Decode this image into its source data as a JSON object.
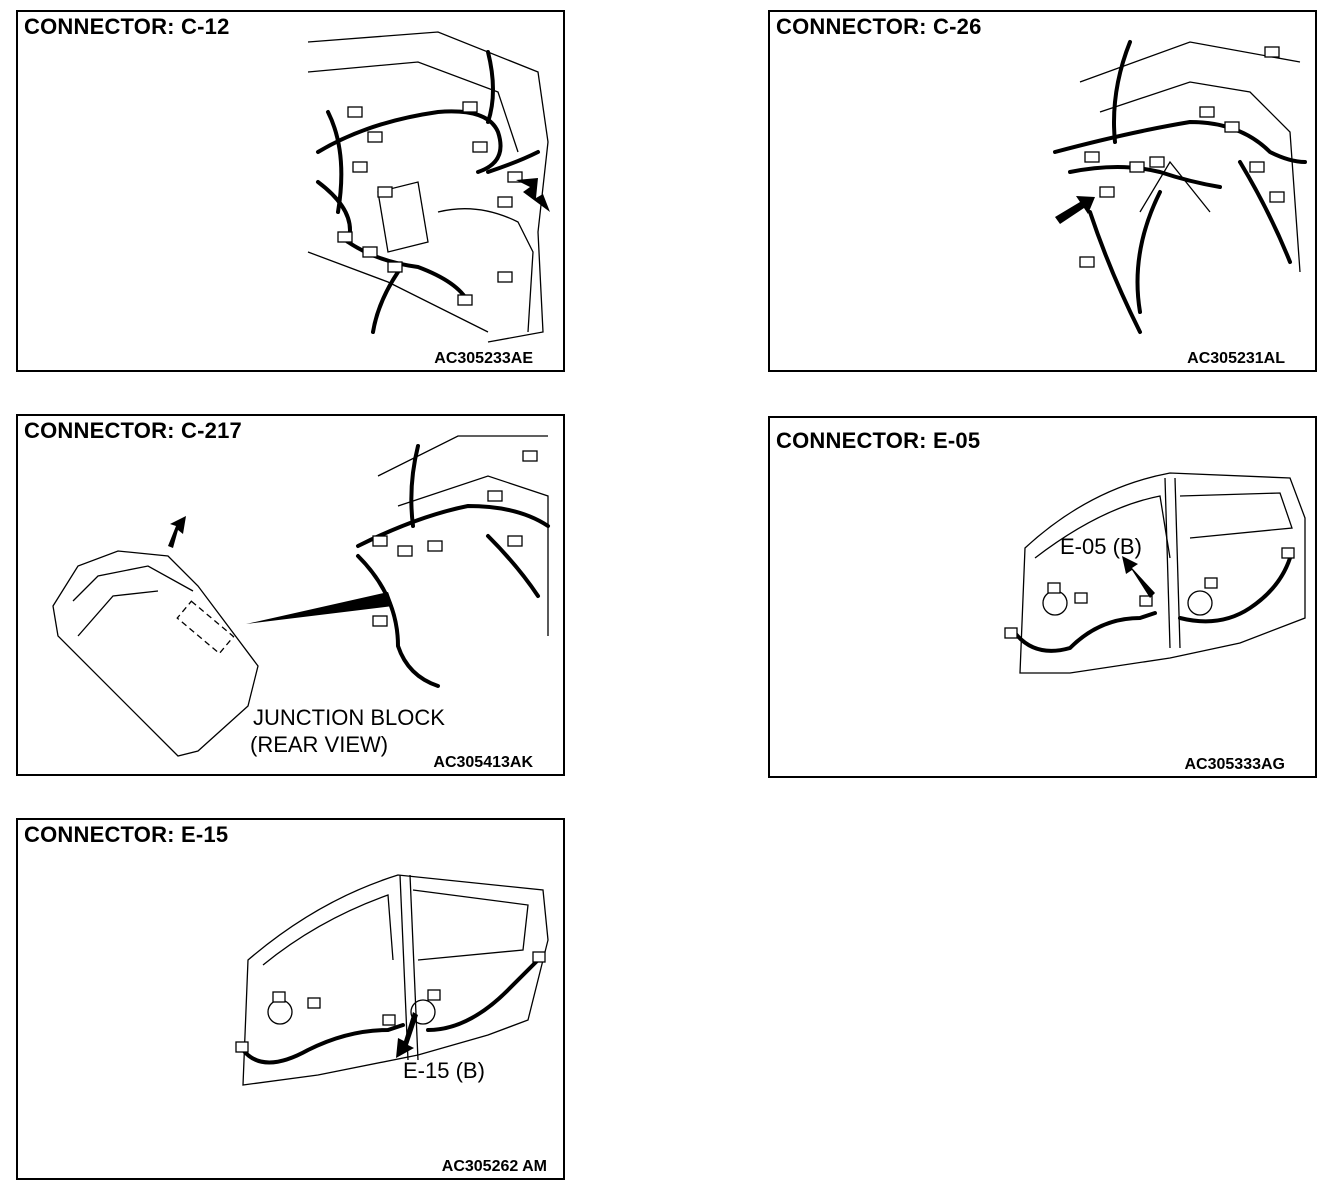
{
  "panels": {
    "c12": {
      "title": "CONNECTOR: C-12",
      "code": "AC305233AE"
    },
    "c26": {
      "title": "CONNECTOR: C-26",
      "code": "AC305231AL"
    },
    "c217": {
      "title": "CONNECTOR: C-217",
      "code": "AC305413AK",
      "label_line1": "JUNCTION BLOCK",
      "label_line2": "(REAR VIEW)"
    },
    "e05": {
      "title": "CONNECTOR: E-05",
      "code": "AC305333AG",
      "callout": "E-05 (B)"
    },
    "e15": {
      "title": "CONNECTOR: E-15",
      "code": "AC305262 AM",
      "callout": "E-15 (B)"
    }
  }
}
